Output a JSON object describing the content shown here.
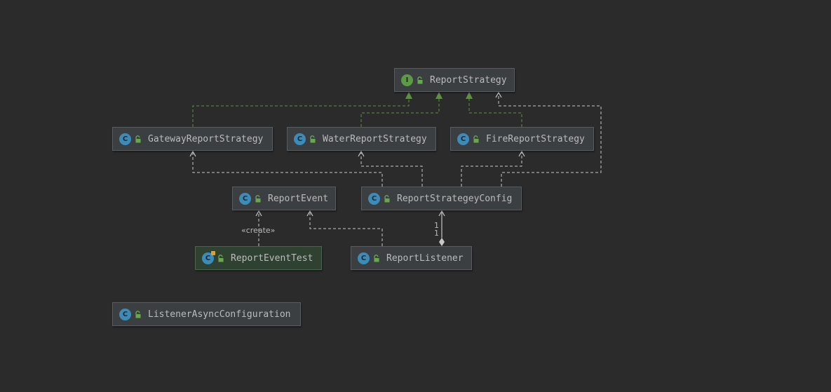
{
  "diagram": {
    "nodes": [
      {
        "id": "ReportStrategy",
        "kind": "interface",
        "badge": "I",
        "label": "ReportStrategy"
      },
      {
        "id": "GatewayReportStrategy",
        "kind": "class",
        "badge": "C",
        "label": "GatewayReportStrategy"
      },
      {
        "id": "WaterReportStrategy",
        "kind": "class",
        "badge": "C",
        "label": "WaterReportStrategy"
      },
      {
        "id": "FireReportStrategy",
        "kind": "class",
        "badge": "C",
        "label": "FireReportStrategy"
      },
      {
        "id": "ReportEvent",
        "kind": "class",
        "badge": "C",
        "label": "ReportEvent"
      },
      {
        "id": "ReportStrategeyConfig",
        "kind": "class",
        "badge": "C",
        "label": "ReportStrategeyConfig"
      },
      {
        "id": "ReportEventTest",
        "kind": "test",
        "badge": "C",
        "label": "ReportEventTest"
      },
      {
        "id": "ReportListener",
        "kind": "class",
        "badge": "C",
        "label": "ReportListener"
      },
      {
        "id": "ListenerAsyncConfiguration",
        "kind": "class",
        "badge": "C",
        "label": "ListenerAsyncConfiguration"
      }
    ],
    "edges": [
      {
        "from": "GatewayReportStrategy",
        "to": "ReportStrategy",
        "type": "realization"
      },
      {
        "from": "WaterReportStrategy",
        "to": "ReportStrategy",
        "type": "realization"
      },
      {
        "from": "FireReportStrategy",
        "to": "ReportStrategy",
        "type": "realization"
      },
      {
        "from": "ReportStrategeyConfig",
        "to": "ReportStrategy",
        "type": "dependency"
      },
      {
        "from": "ReportStrategeyConfig",
        "to": "GatewayReportStrategy",
        "type": "dependency"
      },
      {
        "from": "ReportStrategeyConfig",
        "to": "WaterReportStrategy",
        "type": "dependency"
      },
      {
        "from": "ReportStrategeyConfig",
        "to": "FireReportStrategy",
        "type": "dependency"
      },
      {
        "from": "ReportEventTest",
        "to": "ReportEvent",
        "type": "dependency",
        "label": "«create»"
      },
      {
        "from": "ReportListener",
        "to": "ReportEvent",
        "type": "dependency"
      },
      {
        "from": "ReportListener",
        "to": "ReportStrategeyConfig",
        "type": "composition",
        "source_multiplicity": "1",
        "target_multiplicity": "1"
      }
    ]
  },
  "colors": {
    "background": "#2b2b2b",
    "node_fill": "#3c3f41",
    "test_node_fill": "#2f4232",
    "label_text": "#bbbbbb",
    "realization_line": "#5f8f45",
    "dependency_line": "#c8c8c8",
    "class_badge": "#3d8bb8",
    "interface_badge": "#5c9a46"
  }
}
